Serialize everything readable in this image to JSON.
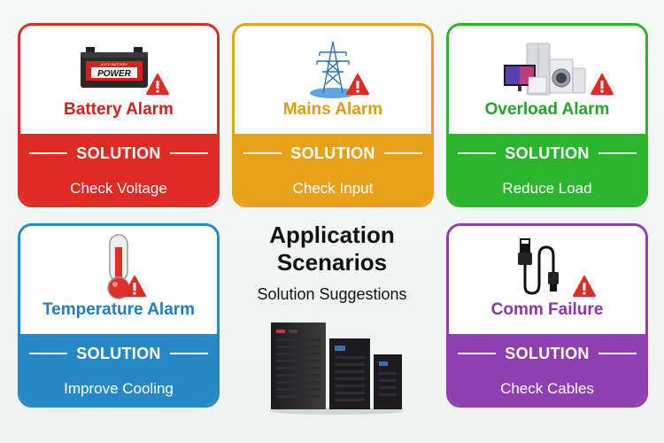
{
  "cards": [
    {
      "title": "Battery Alarm",
      "solution": "SOLUTION",
      "action": "Check Voltage",
      "color": "#e02b24",
      "icon": "car-battery-icon",
      "battery_label": "POWER",
      "battery_small": "AUTO BATTERY"
    },
    {
      "title": "Mains Alarm",
      "solution": "SOLUTION",
      "action": "Check Input",
      "color": "#e8a21a",
      "icon": "power-tower-icon"
    },
    {
      "title": "Overload Alarm",
      "solution": "SOLUTION",
      "action": "Reduce Load",
      "color": "#2bb52f",
      "icon": "appliances-icon"
    },
    {
      "title": "Temperature Alarm",
      "solution": "SOLUTION",
      "action": "Improve Cooling",
      "color": "#2788c8",
      "icon": "thermometer-icon"
    },
    {
      "title": "Comm Failure",
      "solution": "SOLUTION",
      "action": "Check Cables",
      "color": "#8e3fb0",
      "icon": "usb-cable-icon"
    }
  ],
  "center": {
    "title_line1": "Application",
    "title_line2": "Scenarios",
    "subtitle": "Solution Suggestions"
  },
  "warning_color": "#e02b24"
}
